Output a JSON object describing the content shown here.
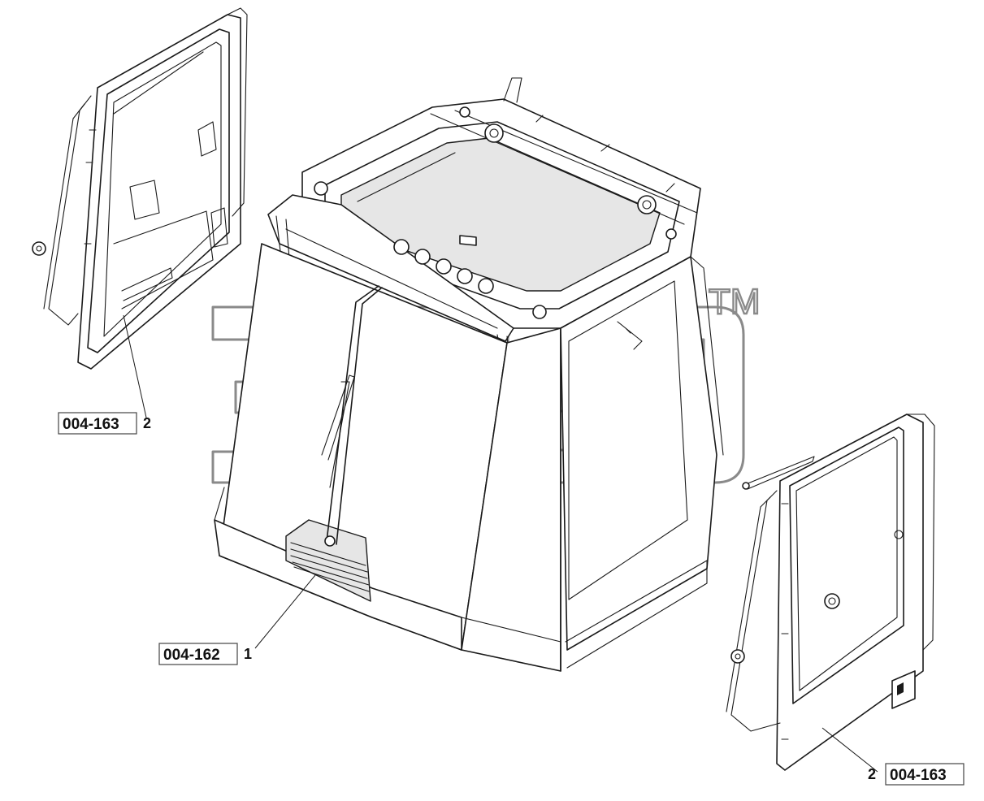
{
  "watermark": {
    "trademark": "TM"
  },
  "callouts": [
    {
      "id": "left-door",
      "ref": "004-163",
      "number": "2"
    },
    {
      "id": "cab",
      "ref": "004-162",
      "number": "1"
    },
    {
      "id": "right-door",
      "ref": "004-163",
      "number": "2"
    }
  ],
  "colors": {
    "line": "#1a1a1a",
    "watermark": "#8a8a8a",
    "background": "#ffffff"
  }
}
